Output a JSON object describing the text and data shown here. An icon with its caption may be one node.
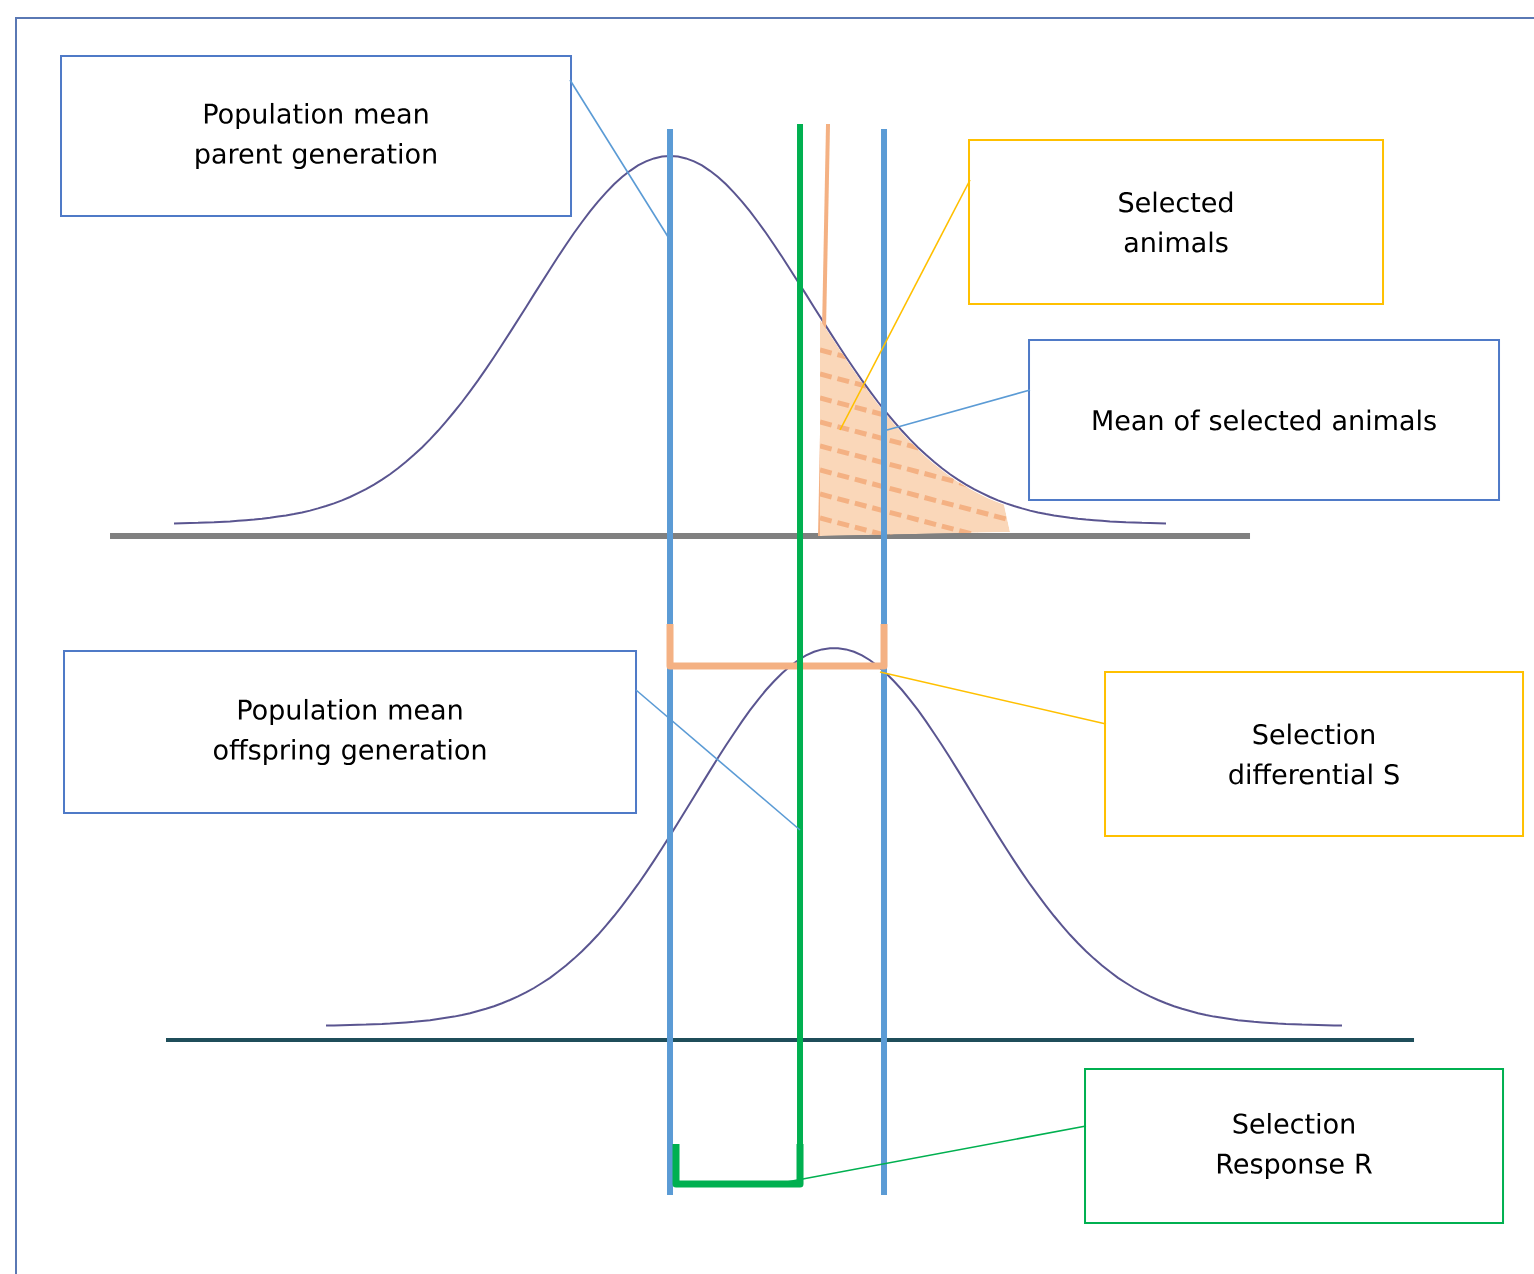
{
  "diagram": {
    "nodes": [
      {
        "text": [
          "Population mean parent generation"
        ]
      },
      {
        "text": [
          "Selected animals"
        ]
      },
      {
        "text": [
          "Mean of selected animals"
        ]
      },
      {
        "text": [
          "Population mean offspring generation"
        ]
      },
      {
        "text": [
          "Selection differential S"
        ]
      },
      {
        "text": [
          "Selection Response R"
        ]
      },
      {
        "text": [],
        "shape": "bar"
      },
      {
        "text": [],
        "shape": "picture"
      },
      {
        "text": [],
        "shape": "bar"
      },
      {
        "text": [],
        "shape": "bar"
      },
      {
        "text": [],
        "shape": "bar"
      },
      {
        "text": [],
        "shape": "bar"
      }
    ],
    "edges": [
      {
        "from": 0,
        "to": 6,
        "arrow": "none"
      },
      {
        "from": 1,
        "to": 7,
        "arrow": "none",
        "color": "#ffc000"
      },
      {
        "from": 2,
        "to": 8,
        "arrow": "none"
      },
      {
        "from": 3,
        "to": 10,
        "arrow": "none"
      },
      {
        "from": 4,
        "to": 9,
        "arrow": "none",
        "color": "#ffc000"
      },
      {
        "from": 5,
        "to": 11,
        "arrow": "none",
        "color": "#00b050"
      }
    ]
  }
}
